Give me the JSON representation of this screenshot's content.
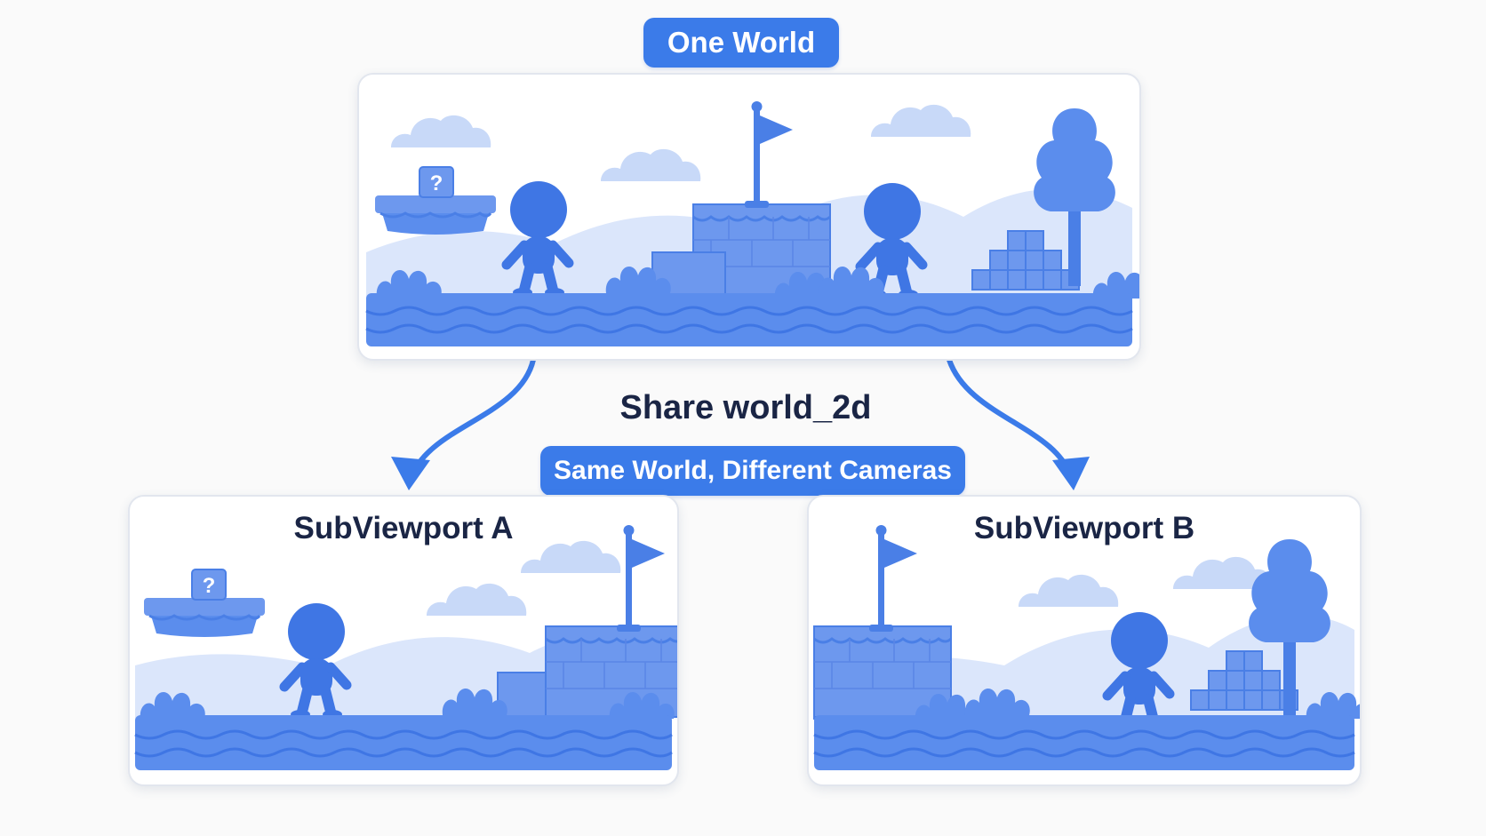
{
  "top_badge": {
    "label": "One World"
  },
  "connector_label": "Share world_2d",
  "middle_badge": {
    "label": "Same World, Different Cameras"
  },
  "viewports": [
    {
      "title": "SubViewport A"
    },
    {
      "title": "SubViewport B"
    }
  ],
  "scene_icons": {
    "question_block": "?"
  },
  "colors": {
    "accent": "#3b7be9",
    "primary_blue": "#4a7fe6",
    "light_blue": "#a9c4f5",
    "pale_blue": "#dbe6fb",
    "ground": "#5b8ded",
    "text_dark": "#1a2545"
  }
}
